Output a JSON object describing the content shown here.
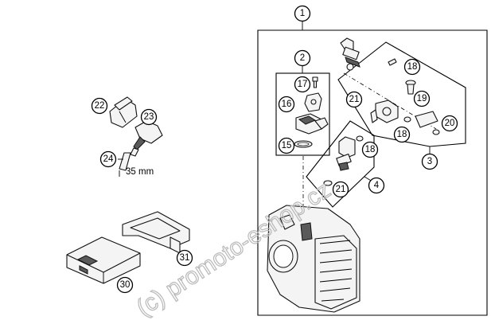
{
  "callouts": [
    {
      "id": "c1",
      "label": "1"
    },
    {
      "id": "c2",
      "label": "2"
    },
    {
      "id": "c3",
      "label": "3"
    },
    {
      "id": "c4",
      "label": "4"
    },
    {
      "id": "c15",
      "label": "15"
    },
    {
      "id": "c16",
      "label": "16"
    },
    {
      "id": "c17",
      "label": "17"
    },
    {
      "id": "c18a",
      "label": "18"
    },
    {
      "id": "c18b",
      "label": "18"
    },
    {
      "id": "c18c",
      "label": "18"
    },
    {
      "id": "c19",
      "label": "19"
    },
    {
      "id": "c20",
      "label": "20"
    },
    {
      "id": "c21a",
      "label": "21"
    },
    {
      "id": "c21b",
      "label": "21"
    },
    {
      "id": "c22",
      "label": "22"
    },
    {
      "id": "c23",
      "label": "23"
    },
    {
      "id": "c24",
      "label": "24"
    },
    {
      "id": "c30",
      "label": "30"
    },
    {
      "id": "c31",
      "label": "31"
    }
  ],
  "dimension_label": "35 mm",
  "watermark": "(c) promoto-eshop.cz"
}
